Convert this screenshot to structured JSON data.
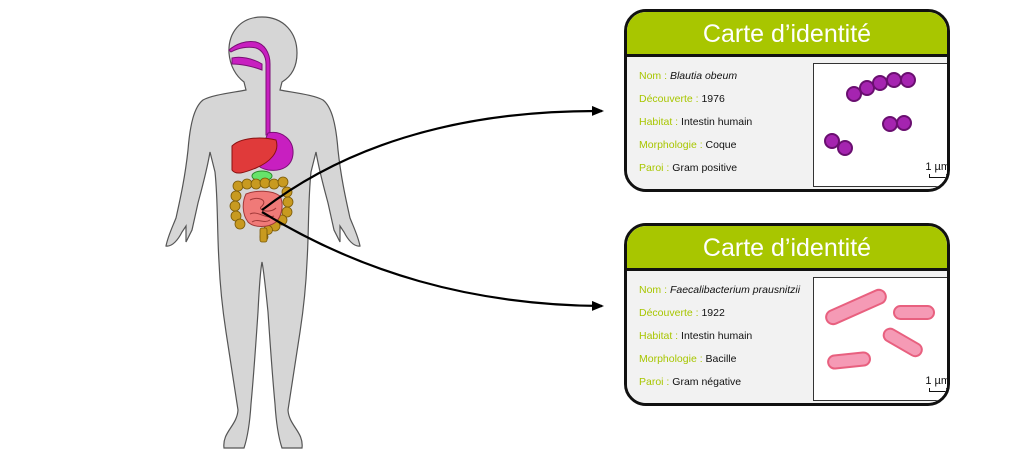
{
  "colors": {
    "accent": "#a8c600",
    "coccus": "#8e1a8e",
    "coccus_fill": "#a524b0",
    "bacillus": "#f08aa8",
    "body": "#d6d6d6",
    "liver": "#e03a3a",
    "stomach": "#c81fc0",
    "colon": "#c89a20",
    "small_intestine": "#f07a78",
    "gallbladder": "#66e36a"
  },
  "cards": [
    {
      "title": "Carte d’identité",
      "fields": [
        {
          "label": "Nom :",
          "value": "Blautia obeum",
          "italic": true
        },
        {
          "label": "Découverte :",
          "value": "1976",
          "italic": false
        },
        {
          "label": "Habitat :",
          "value": "Intestin humain",
          "italic": false
        },
        {
          "label": "Morphologie :",
          "value": "Coque",
          "italic": false
        },
        {
          "label": "Paroi :",
          "value": "Gram positive",
          "italic": false
        }
      ],
      "scale_label": "1 µm",
      "morphology_icon": "coccus-chain-icon"
    },
    {
      "title": "Carte d’identité",
      "fields": [
        {
          "label": "Nom :",
          "value": "Faecalibacterium prausnitzii",
          "italic": true
        },
        {
          "label": "Découverte :",
          "value": "1922",
          "italic": false
        },
        {
          "label": "Habitat :",
          "value": "Intestin humain",
          "italic": false
        },
        {
          "label": "Morphologie :",
          "value": "Bacille",
          "italic": false
        },
        {
          "label": "Paroi :",
          "value": "Gram négative",
          "italic": false
        }
      ],
      "scale_label": "1 µm",
      "morphology_icon": "bacillus-rods-icon"
    }
  ]
}
